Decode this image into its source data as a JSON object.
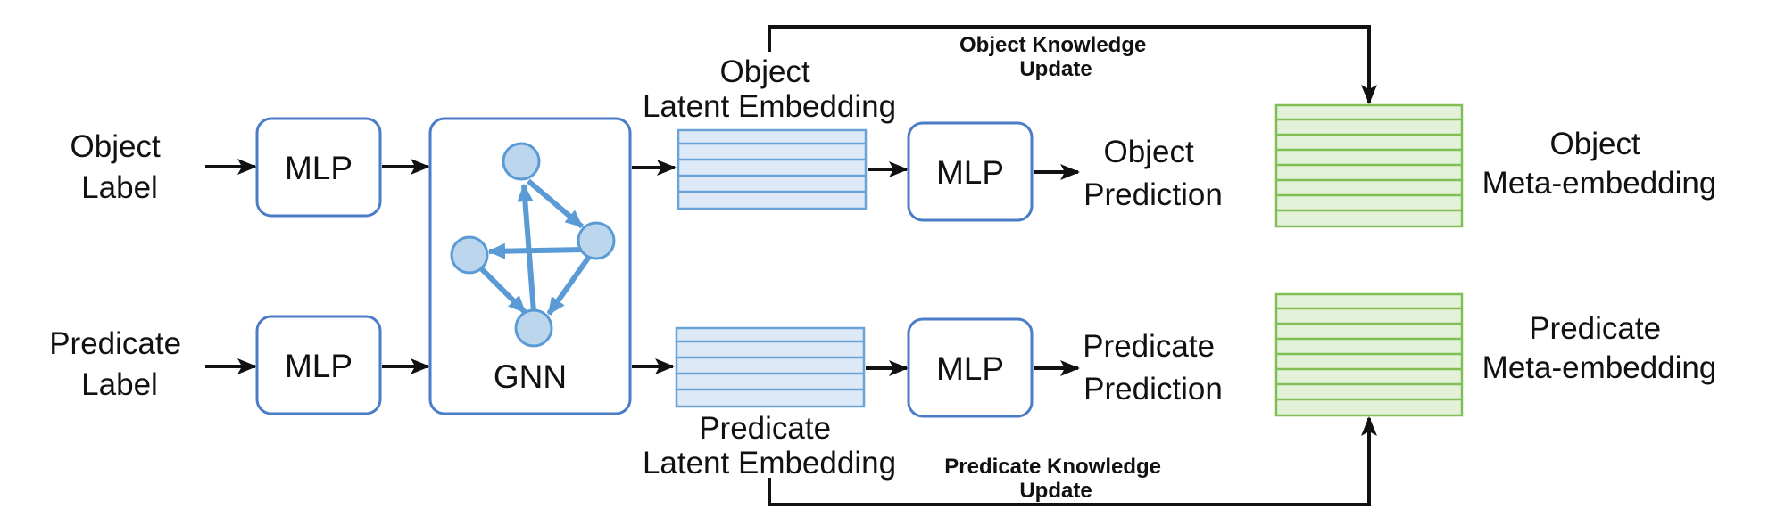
{
  "colors": {
    "module_border": "#4a7cc7",
    "embedding_fill": "#dde9f6",
    "embedding_line": "#6ba2d8",
    "meta_fill": "#e3f1d9",
    "meta_line": "#7fbf55",
    "graph_node_fill": "#bcd6ee",
    "graph_edge": "#5b9bd5",
    "arrow": "#111111"
  },
  "inputs": {
    "object": [
      "Object",
      "Label"
    ],
    "predicate": [
      "Predicate",
      "Label"
    ]
  },
  "modules": {
    "mlp_label": "MLP",
    "gnn_label": "GNN"
  },
  "embeddings": {
    "object": [
      "Object",
      "Latent Embedding"
    ],
    "predicate": [
      "Predicate",
      "Latent Embedding"
    ]
  },
  "outputs": {
    "object": [
      "Object",
      "Prediction"
    ],
    "predicate": [
      "Predicate",
      "Prediction"
    ]
  },
  "meta_embeddings": {
    "object": [
      "Object",
      "Meta-embedding"
    ],
    "predicate": [
      "Predicate",
      "Meta-embedding"
    ]
  },
  "updates": {
    "object": [
      "Object Knowledge",
      "Update"
    ],
    "predicate": [
      "Predicate Knowledge",
      "Update"
    ]
  }
}
